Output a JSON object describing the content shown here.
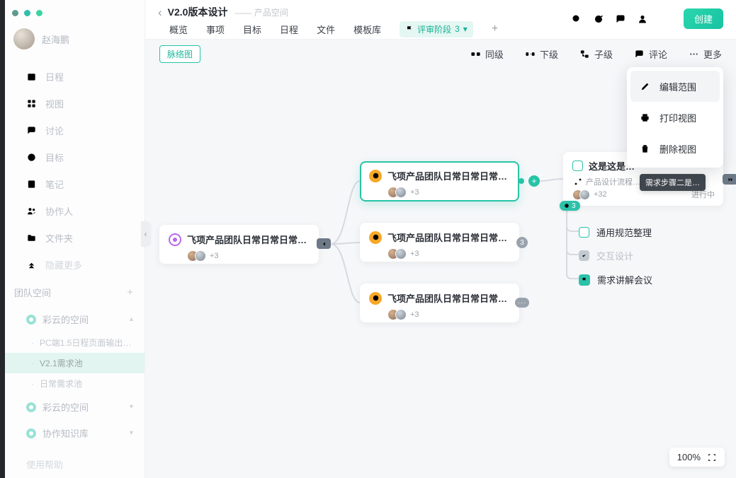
{
  "glyphs": {
    "caret_up": "▴",
    "caret_down": "▾",
    "back": "‹",
    "collapse": "‹",
    "plus": "+",
    "chev_double_right": "»",
    "bullet": "·"
  },
  "sidebar": {
    "user_name": "赵海鹏",
    "menu": [
      {
        "label": "日程"
      },
      {
        "label": "视图"
      },
      {
        "label": "讨论"
      },
      {
        "label": "目标"
      },
      {
        "label": "笔记"
      },
      {
        "label": "协作人"
      },
      {
        "label": "文件夹"
      },
      {
        "label": "隐藏更多"
      }
    ],
    "team_section_title": "团队空间",
    "groups": [
      {
        "label": "彩云的空间"
      },
      {
        "label": "彩云的空间"
      },
      {
        "label": "协作知识库"
      }
    ],
    "group1_children": [
      {
        "label": "PC端1.5日程页面输出…"
      },
      {
        "label": "V2.1需求池"
      },
      {
        "label": "日常需求池"
      }
    ],
    "help": "使用帮助"
  },
  "header": {
    "title": "V2.0版本设计",
    "subtitle": "—— 产品空间",
    "tabs": [
      {
        "label": "概览"
      },
      {
        "label": "事项"
      },
      {
        "label": "目标"
      },
      {
        "label": "日程"
      },
      {
        "label": "文件"
      },
      {
        "label": "模板库"
      }
    ],
    "stage_tab": {
      "label": "评审阶段",
      "count": "3"
    },
    "create_label": "创建"
  },
  "toolbar": {
    "view_label": "脉络图",
    "sibling": "同级",
    "lower": "下级",
    "child": "子级",
    "comment": "评论",
    "more": "更多"
  },
  "popup_menu": {
    "items": [
      {
        "label": "编辑范围"
      },
      {
        "label": "打印视图"
      },
      {
        "label": "删除视图"
      }
    ]
  },
  "canvas": {
    "root": {
      "title": "飞项产品团队日常日常日常安…",
      "more": "+3"
    },
    "nodes": [
      {
        "title": "飞项产品团队日常日常日常安…",
        "more": "+3"
      },
      {
        "title": "飞项产品团队日常日常日常安…",
        "more": "+3",
        "badge": "3"
      },
      {
        "title": "飞项产品团队日常日常日常安…",
        "more": "+3",
        "badge": "···"
      }
    ],
    "card": {
      "title": "这是这是…",
      "link": "产品设计流程…",
      "tooltip": "需求步骤二是…",
      "more": "+32",
      "status": "进行中",
      "count": "3"
    },
    "children": [
      {
        "label": "通用规范整理"
      },
      {
        "label": "交互设计"
      },
      {
        "label": "需求讲解会议"
      }
    ],
    "zoom": "100%"
  }
}
